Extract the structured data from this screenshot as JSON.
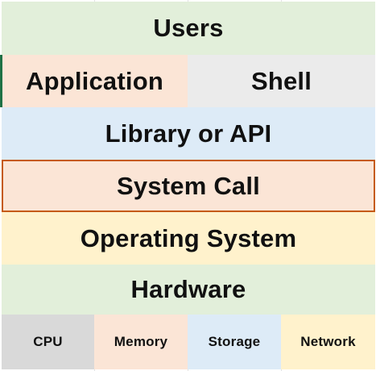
{
  "layers": {
    "users": "Users",
    "application": "Application",
    "shell": "Shell",
    "library": "Library or API",
    "system_call": "System Call",
    "operating_system": "Operating System",
    "hardware": "Hardware"
  },
  "hardware_components": {
    "cpu": "CPU",
    "memory": "Memory",
    "storage": "Storage",
    "network": "Network"
  },
  "colors": {
    "green": "#e2efda",
    "peach": "#fbe5d6",
    "gray": "#ebebeb",
    "blue": "#ddebf7",
    "yellow": "#fff2cc",
    "cpu_gray": "#d9d9d9",
    "system_call_border": "#c55a11"
  }
}
